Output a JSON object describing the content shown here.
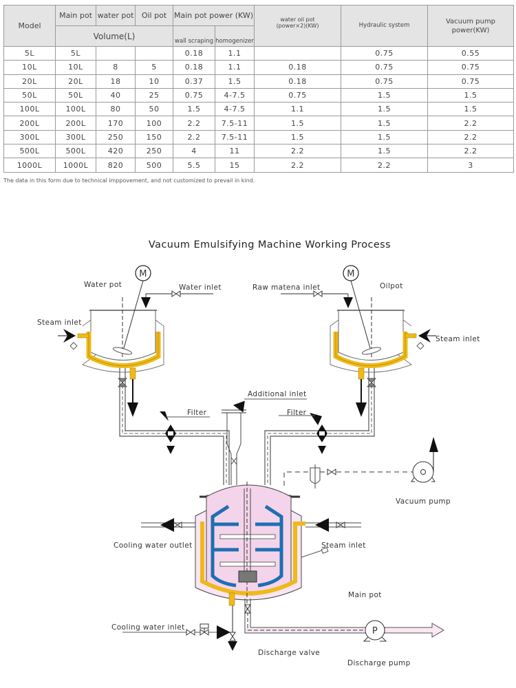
{
  "table": {
    "headers": {
      "model": "Model",
      "main_pot": "Main pot",
      "water_pot": "water pot",
      "oil_pot": "Oil pot",
      "volume": "Volume(L)",
      "main_pot_power": "Main pot power (KW)",
      "wall_scraping": "wall scraping",
      "homogenizer": "homogenizer",
      "water_oil_pot_1": "water oil pot",
      "water_oil_pot_2": "(power×2)(KW)",
      "hydraulic": "Hydraulic system",
      "vacuum_1": "Vacuum pump",
      "vacuum_2": "power(KW)"
    },
    "rows": [
      [
        "5L",
        "5L",
        "",
        "",
        "0.18",
        "1.1",
        "",
        "0.75",
        "0.55"
      ],
      [
        "10L",
        "10L",
        "8",
        "5",
        "0.18",
        "1.1",
        "0.18",
        "0.75",
        "0.75"
      ],
      [
        "20L",
        "20L",
        "18",
        "10",
        "0.37",
        "1.5",
        "0.18",
        "0.75",
        "0.75"
      ],
      [
        "50L",
        "50L",
        "40",
        "25",
        "0.75",
        "4-7.5",
        "0.75",
        "1.5",
        "1.5"
      ],
      [
        "100L",
        "100L",
        "80",
        "50",
        "1.5",
        "4-7.5",
        "1.1",
        "1.5",
        "1.5"
      ],
      [
        "200L",
        "200L",
        "170",
        "100",
        "2.2",
        "7.5-11",
        "1.5",
        "1.5",
        "2.2"
      ],
      [
        "300L",
        "300L",
        "250",
        "150",
        "2.2",
        "7.5-11",
        "1.5",
        "1.5",
        "2.2"
      ],
      [
        "500L",
        "500L",
        "420",
        "250",
        "4",
        "11",
        "2.2",
        "1.5",
        "2.2"
      ],
      [
        "1000L",
        "1000L",
        "820",
        "500",
        "5.5",
        "15",
        "2.2",
        "2.2",
        "3"
      ]
    ],
    "note": "The data in this form due to technical imppovement, and not customized to prevail in kind."
  },
  "diagram": {
    "title": "Vacuum Emulsifying Machine Working Process",
    "motor_symbol": "M",
    "pump_symbol": "P",
    "labels": {
      "water_pot": "Water pot",
      "water_inlet": "Water inlet",
      "raw_material_inlet": "Raw matena inlet",
      "oilpot": "Oilpot",
      "steam_inlet_left": "Steam inlet",
      "steam_inlet_right": "Steam inlet",
      "additional_inlet": "Additional inlet",
      "filter_left": "Filter",
      "filter_right": "Filter",
      "vacuum_pump": "Vacuum pump",
      "cooling_water_outlet": "Cooling water outlet",
      "steam_inlet_main": "Steam inlet",
      "main_pot": "Main pot",
      "cooling_water_inlet": "Cooling water inlet",
      "discharge_valve": "Discharge valve",
      "discharge_pump": "Discharge pump"
    },
    "colors": {
      "jacket": "#f0b918",
      "paddle": "#1f6fb2",
      "vessel": "#f6dcef"
    }
  }
}
